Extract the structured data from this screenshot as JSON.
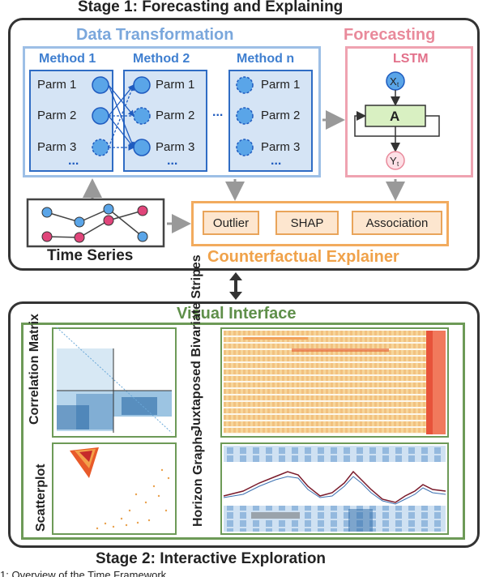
{
  "stage1": {
    "title": "Stage 1: Forecasting and Explaining",
    "data_transformation": {
      "title": "Data Transformation",
      "methods": [
        {
          "label": "Method 1",
          "parms": [
            "Parm 1",
            "Parm 2",
            "Parm 3"
          ],
          "more": "..."
        },
        {
          "label": "Method 2",
          "parms": [
            "Parm 1",
            "Parm 2",
            "Parm 3"
          ],
          "more": "..."
        },
        {
          "label": "Method n",
          "parms": [
            "Parm 1",
            "Parm 2",
            "Parm 3"
          ],
          "more": "..."
        }
      ],
      "between_ellipsis": "..."
    },
    "forecasting": {
      "title": "Forecasting",
      "model": "LSTM",
      "input": "X",
      "input_sub": "t",
      "cell": "A",
      "output": "Y",
      "output_sub": "t"
    },
    "time_series": {
      "label": "Time Series"
    },
    "explainer": {
      "title": "Counterfactual Explainer",
      "items": [
        "Outlier",
        "SHAP",
        "Association"
      ]
    }
  },
  "stage2": {
    "title": "Stage 2: Interactive Exploration",
    "visual_interface": {
      "title": "Visual Interface",
      "views": [
        "Correlation Matrix",
        "Scatterplot",
        "Juxtaposed Bivariate Stripes",
        "Horizon Graphs"
      ]
    }
  },
  "colors": {
    "blue": "#7aa7dc",
    "pink": "#e98a9b",
    "orange": "#f0a24a",
    "green": "#5f8f4a",
    "node_blue": "#5aa5e8",
    "node_pink": "#e0457a"
  },
  "caption_fragment": "1: Overview of the Time Framework..."
}
